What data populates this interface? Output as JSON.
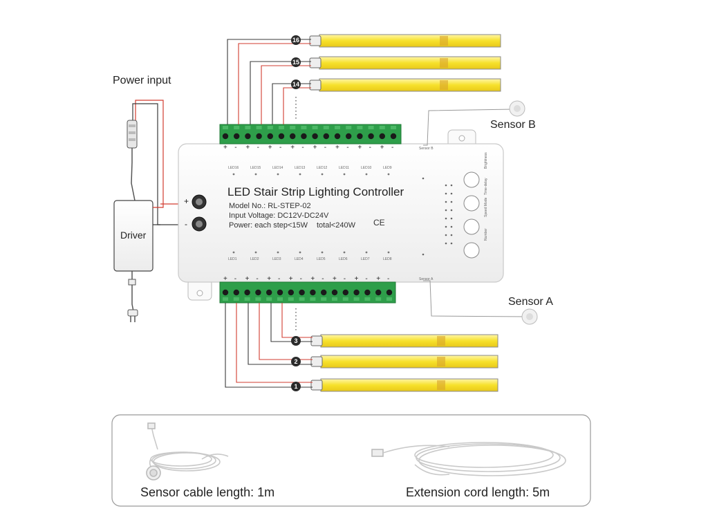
{
  "labels": {
    "power_input": "Power input",
    "driver": "Driver",
    "sensor_b": "Sensor B",
    "sensor_a": "Sensor A",
    "plus": "+",
    "minus": "-"
  },
  "controller": {
    "title": "LED Stair Strip Lighting Controller",
    "model": "Model No.: RL-STEP-02",
    "input_voltage": "Input Voltage: DC12V-DC24V",
    "power": "Power: each step<15W",
    "total": "total<240W",
    "certs": "CE",
    "top_leds": [
      "LED16",
      "LED15",
      "LED14",
      "LED13",
      "LED12",
      "LED11",
      "LED10",
      "LED9"
    ],
    "bottom_leds": [
      "LED1",
      "LED2",
      "LED3",
      "LED4",
      "LED5",
      "LED6",
      "LED7",
      "LED8"
    ],
    "buttons": [
      "Brightness",
      "Time-delay",
      "Speed Mode",
      "Number"
    ],
    "sensor_b_port": "Sensor B",
    "sensor_a_port": "Sensor A"
  },
  "steps_top": [
    "16",
    "15",
    "14"
  ],
  "steps_bottom": [
    "3",
    "2",
    "1"
  ],
  "accessories": {
    "sensor_cable": "Sensor cable length: 1m",
    "extension_cord": "Extension cord length: 5m"
  },
  "colors": {
    "led_yellow": "#f7e12b",
    "terminal_green": "#2e9e4a",
    "wire_red": "#d23b2f",
    "wire_dark": "#3a3a3a"
  }
}
